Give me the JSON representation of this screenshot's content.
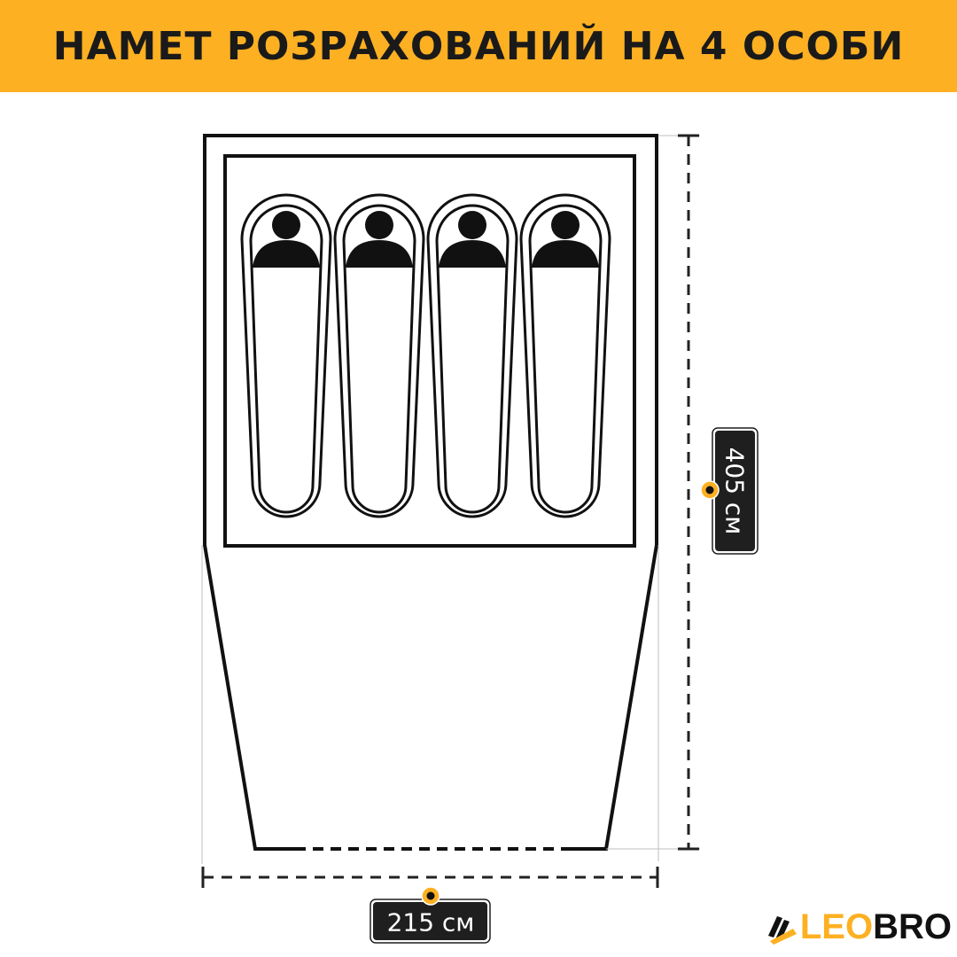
{
  "header": {
    "title": "НАМЕТ РОЗРАХОВАНИЙ НА 4 ОСОБИ"
  },
  "dimensions": {
    "length": "405 см",
    "width": "215 см"
  },
  "sleeping_places": 4,
  "brand": {
    "part1": "LEO",
    "part2": "BRO"
  },
  "colors": {
    "accent": "#fdb022",
    "label_bg": "#1f1f1f",
    "outline": "#111111"
  }
}
